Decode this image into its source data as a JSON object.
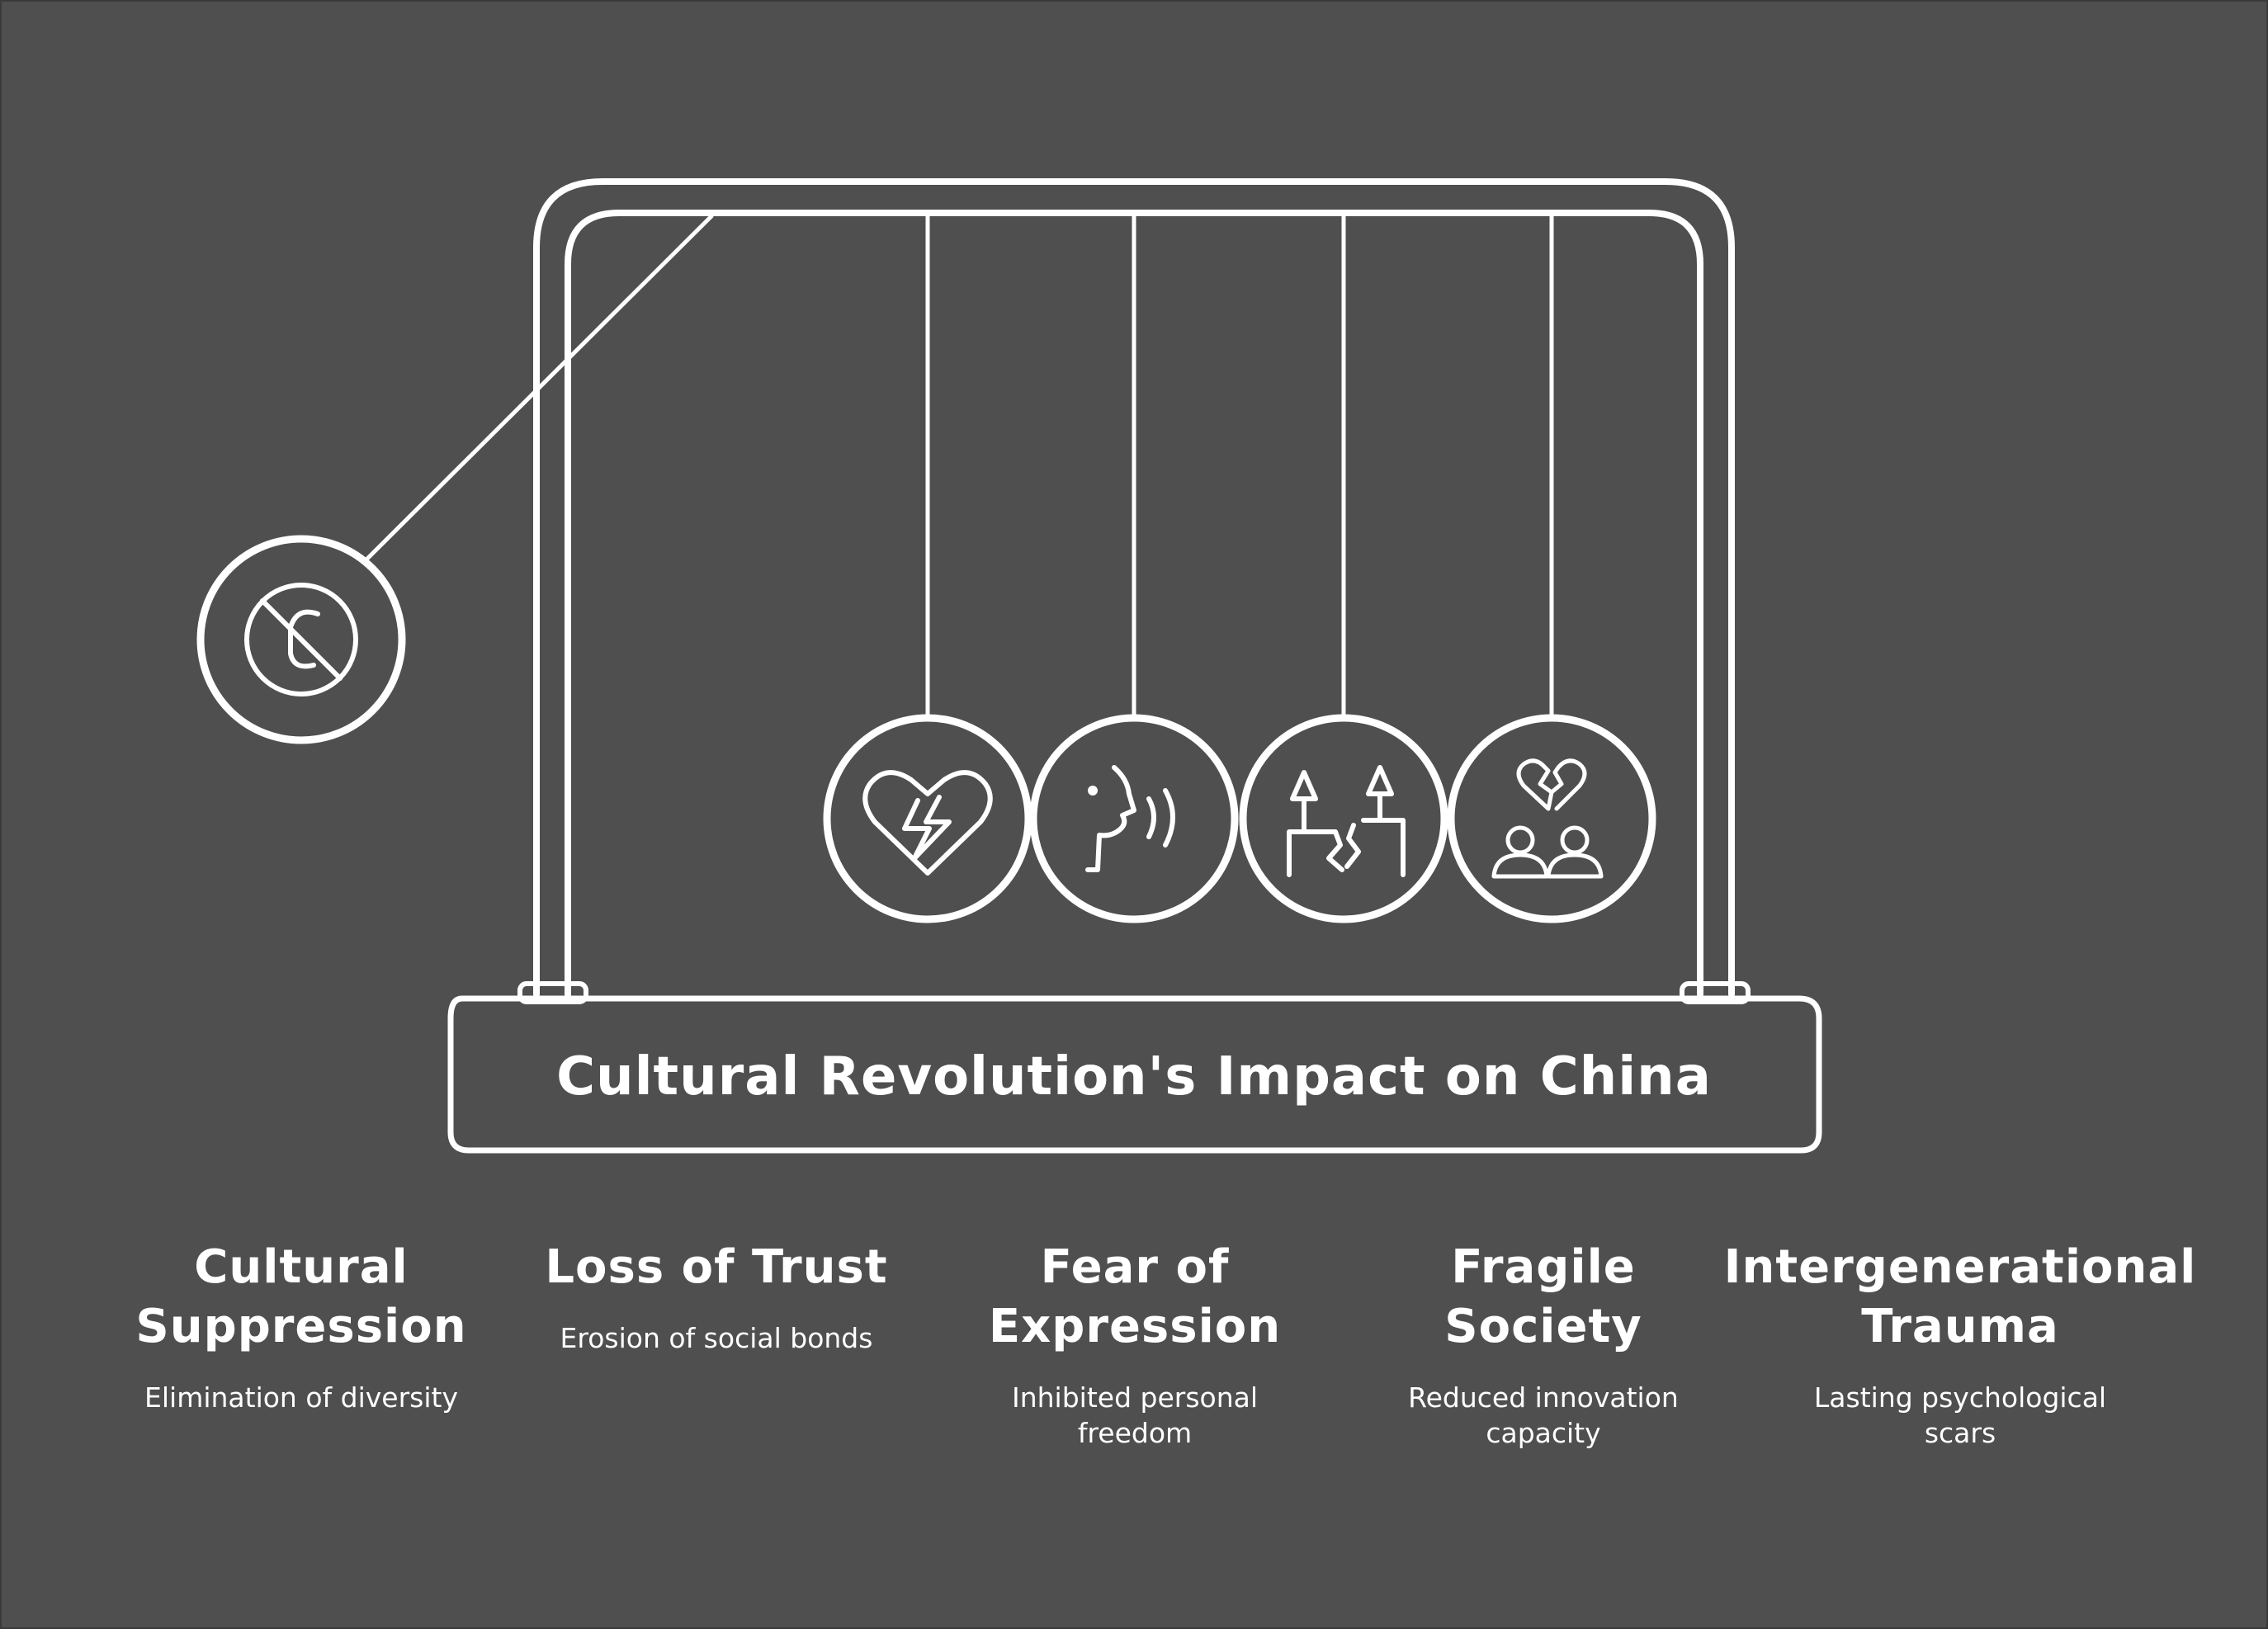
{
  "title": "Cultural Revolution's Impact on China",
  "colors": {
    "background": "#4f4f4f",
    "stroke": "#ffffff"
  },
  "items": [
    {
      "title": "Cultural Suppression",
      "description": "Elimination of diversity",
      "icon": "crossed-out-copyright-icon"
    },
    {
      "title": "Loss of Trust",
      "description": "Erosion of social bonds",
      "icon": "broken-heart-lightning-icon"
    },
    {
      "title": "Fear of Expression",
      "description": "Inhibited personal freedom",
      "icon": "speaking-head-icon"
    },
    {
      "title": "Fragile Society",
      "description": "Reduced innovation capacity",
      "icon": "cracked-ground-trees-icon"
    },
    {
      "title": "Intergenerational Trauma",
      "description": "Lasting psychological scars",
      "icon": "broken-heart-two-people-icon"
    }
  ]
}
